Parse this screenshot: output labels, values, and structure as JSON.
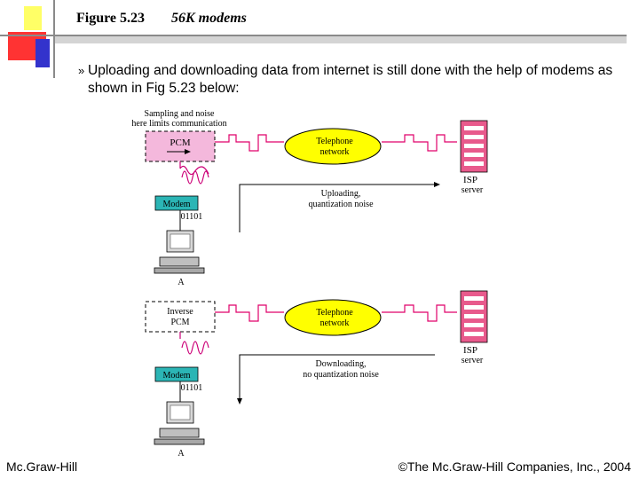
{
  "slide": {
    "figure_number": "Figure 5.23",
    "figure_title": "56K modems",
    "bullet_marker": "»",
    "bullet_text": "Uploading and downloading data from internet is still done with the help of modems as shown in Fig 5.23 below:",
    "footer_left": "Mc.Graw-Hill",
    "footer_right": "©The Mc.Graw-Hill Companies, Inc., 2004",
    "accent_colors": {
      "yellow": "#ffff66",
      "red": "#ff3333",
      "blue": "#3333cc",
      "gray": "#cccccc"
    }
  },
  "diagram": {
    "upload": {
      "note_line1": "Sampling and noise",
      "note_line2": "here limits communication",
      "pcm_label": "PCM",
      "network_line1": "Telephone",
      "network_line2": "network",
      "isp_label": "ISP",
      "isp_sub": "server",
      "direction_line1": "Uploading,",
      "direction_line2": "quantization noise",
      "modem_label": "Modem",
      "bits": "01101",
      "computer_label": "A",
      "colors": {
        "pcm_fill": "#f4b8dc",
        "network_fill": "#ffff00",
        "pulse_line": "#e0006a",
        "analog_wave": "#cc0077",
        "modem_fill": "#2bb5b5",
        "server_fill": "#e85a8c"
      }
    },
    "download": {
      "pcm_line1": "Inverse",
      "pcm_line2": "PCM",
      "network_line1": "Telephone",
      "network_line2": "network",
      "isp_label": "ISP",
      "isp_sub": "server",
      "direction_line1": "Downloading,",
      "direction_line2": "no quantization noise",
      "modem_label": "Modem",
      "bits": "01101",
      "computer_label": "A"
    }
  }
}
